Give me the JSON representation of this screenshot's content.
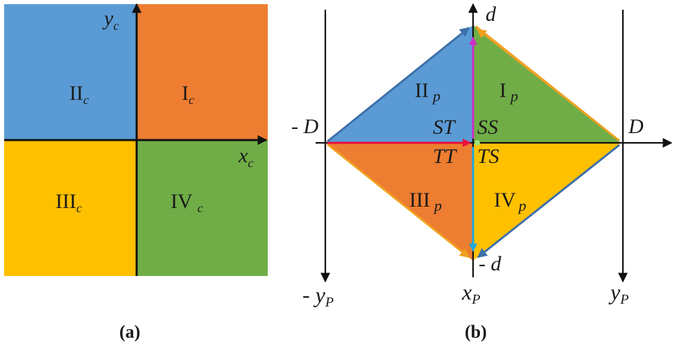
{
  "panel_a": {
    "caption": "(a)",
    "axis_x": {
      "base": "x",
      "sub": "c"
    },
    "axis_y": {
      "base": "y",
      "sub": "c"
    },
    "quadrants": {
      "q1": {
        "base": "I",
        "sub": "c"
      },
      "q2": {
        "base": "II",
        "sub": "c"
      },
      "q3": {
        "base": "III",
        "sub": "c"
      },
      "q4": {
        "base": "IV ",
        "sub": "c"
      }
    }
  },
  "panel_b": {
    "caption": "(b)",
    "label_d_top": "d",
    "label_d_bottom": "- d",
    "label_D_left": "- D",
    "label_D_right": "D",
    "axis_neg_yp": {
      "base": "- y",
      "sub": "P"
    },
    "axis_xp": {
      "base": "x",
      "sub": "P"
    },
    "axis_yp": {
      "base": "y",
      "sub": "P"
    },
    "regions": {
      "q1": {
        "base": "I",
        "sub": "p"
      },
      "q2": {
        "base": "II",
        "sub": "p"
      },
      "q3": {
        "base": "III",
        "sub": "p"
      },
      "q4": {
        "base": "IV",
        "sub": "p"
      }
    },
    "center_labels": {
      "st": "ST",
      "ss": "SS",
      "tt": "TT",
      "ts": "TS"
    }
  },
  "colors": {
    "blue": "#5b9bd5",
    "orange": "#ed7d31",
    "yellow": "#ffc000",
    "green": "#70ad47",
    "red_arrow": "#e8103a",
    "magenta_arrow": "#cc2fc8",
    "cyan_arrow": "#1ca8e0"
  }
}
